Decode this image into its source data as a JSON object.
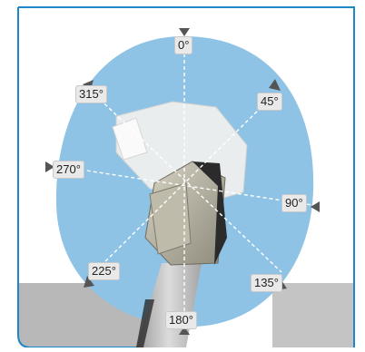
{
  "colors": {
    "frame": "#1d87c8",
    "ellipse": "#8ec3e6",
    "band": "#b8b8b8",
    "cable": "#c9c9c9",
    "connector_light": "#e8e8e8",
    "connector_dark": "#2a2a2a",
    "marker": "#555555"
  },
  "diagram": {
    "angles": [
      {
        "id": "a0",
        "label": "0°"
      },
      {
        "id": "a45",
        "label": "45°"
      },
      {
        "id": "a90",
        "label": "90°"
      },
      {
        "id": "a135",
        "label": "135°"
      },
      {
        "id": "a180",
        "label": "180°"
      },
      {
        "id": "a225",
        "label": "225°"
      },
      {
        "id": "a270",
        "label": "270°"
      },
      {
        "id": "a315",
        "label": "315°"
      }
    ]
  }
}
